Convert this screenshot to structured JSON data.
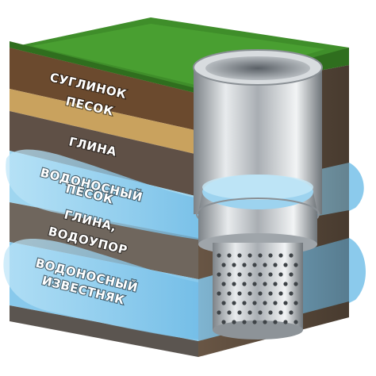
{
  "layers": [
    {
      "label": "СУГЛИНОК",
      "color": "#6b4a2e"
    },
    {
      "label": "ПЕСОК",
      "color": "#c9a25e"
    },
    {
      "label": "ГЛИНА",
      "color": "#5f5046"
    },
    {
      "label": "ВОДОНОСНЫЙ",
      "color": "#8fd0ee"
    },
    {
      "label": "ПЕСОК",
      "color": "#8fd0ee"
    },
    {
      "label": "ГЛИНА,",
      "color": "#6f665d"
    },
    {
      "label": "ВОДОУПОР",
      "color": "#6f665d"
    },
    {
      "label": "ВОДОНОСНЫЙ",
      "color": "#7ec4ea"
    },
    {
      "label": "ИЗВЕСТНЯК",
      "color": "#7ec4ea"
    }
  ],
  "colors": {
    "grass": "#3f8e2a",
    "water": "#6fc0ea",
    "pipe": "#bfc4c8"
  }
}
